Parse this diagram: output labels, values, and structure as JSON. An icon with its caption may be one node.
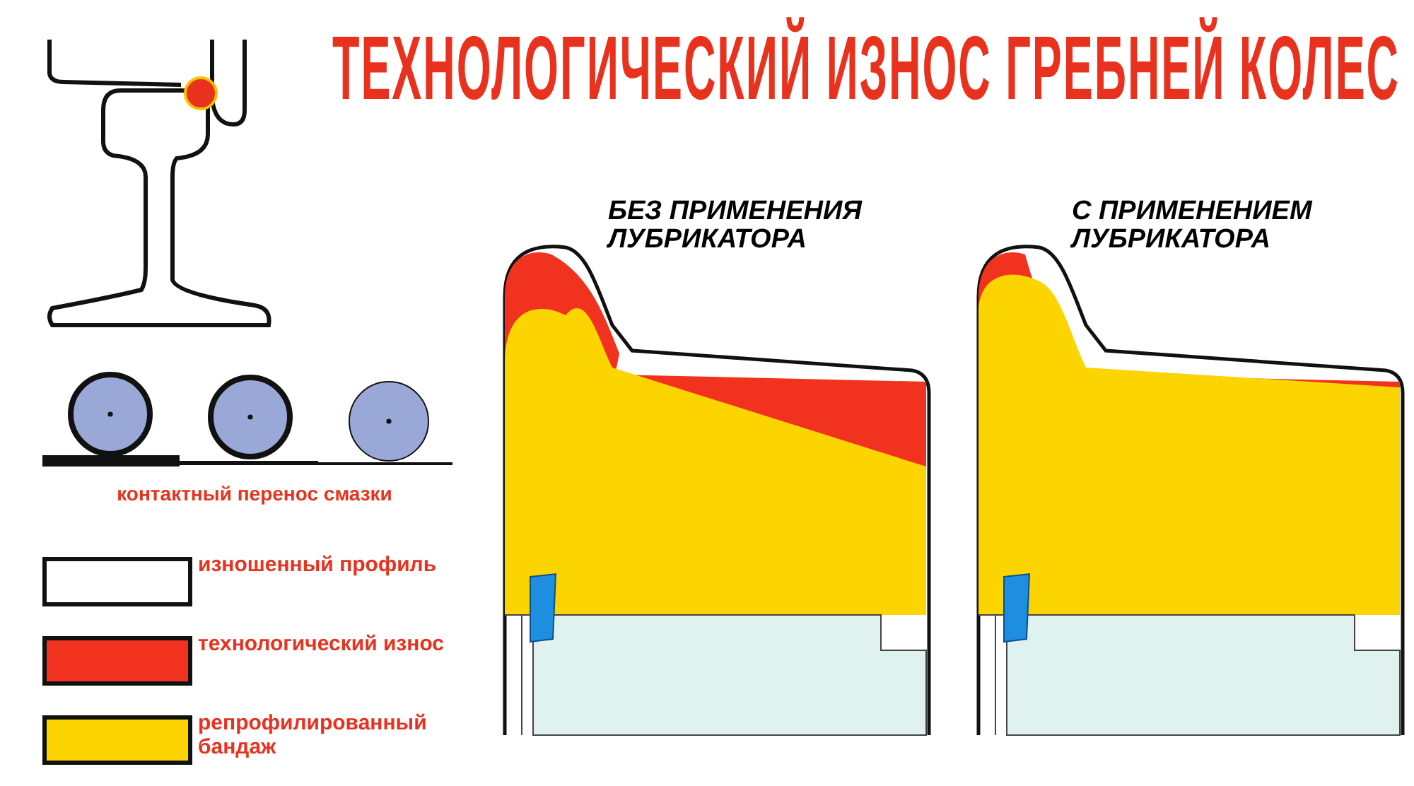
{
  "diagram": {
    "title": "ТЕХНОЛОГИЧЕСКИЙ ИЗНОС ГРЕБНЕЙ КОЛЕС",
    "labels": [
      "контактный перенос смазки",
      "БЕЗ ПРИМЕНЕНИЯ ЛУБРИКАТОРА",
      "С ПРИМЕНЕНИЕМ ЛУБРИКАТОРА"
    ],
    "legend": [
      {
        "text": "изношенный профиль",
        "color": "#ffffff"
      },
      {
        "text": "технологический износ",
        "color": "#f0321e"
      },
      {
        "text": "репрофилированный бандаж",
        "color": "#fcd400"
      }
    ]
  }
}
